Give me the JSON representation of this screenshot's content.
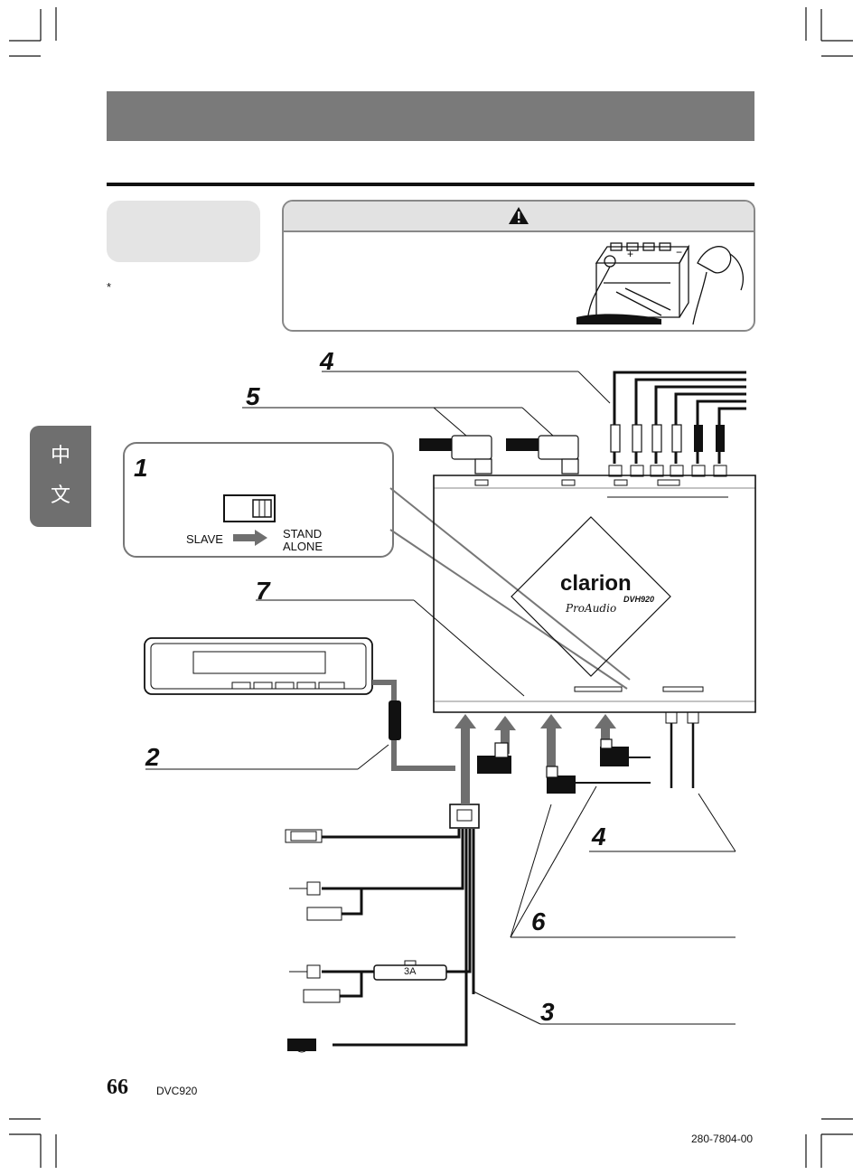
{
  "side_tab": {
    "chars": [
      "中",
      "文"
    ]
  },
  "notes": {
    "asterisk": "*"
  },
  "callouts": {
    "c1": "1",
    "c2": "2",
    "c3": "3",
    "c4a": "4",
    "c4b": "4",
    "c5": "5",
    "c6": "6",
    "c7": "7"
  },
  "switch_panel": {
    "slave": "SLAVE",
    "stand_alone_1": "STAND",
    "stand_alone_2": "ALONE"
  },
  "fuse": {
    "label": "3A"
  },
  "device": {
    "brand": "clarion",
    "model": "DVH920",
    "sub": "ProAudio"
  },
  "footer": {
    "page_number": "66",
    "model": "DVC920",
    "part_number": "280-7804-00"
  },
  "colors": {
    "band": "#7a7a7a",
    "tab": "#6f6f6f",
    "box": "#e4e4e4",
    "line": "#111111"
  }
}
